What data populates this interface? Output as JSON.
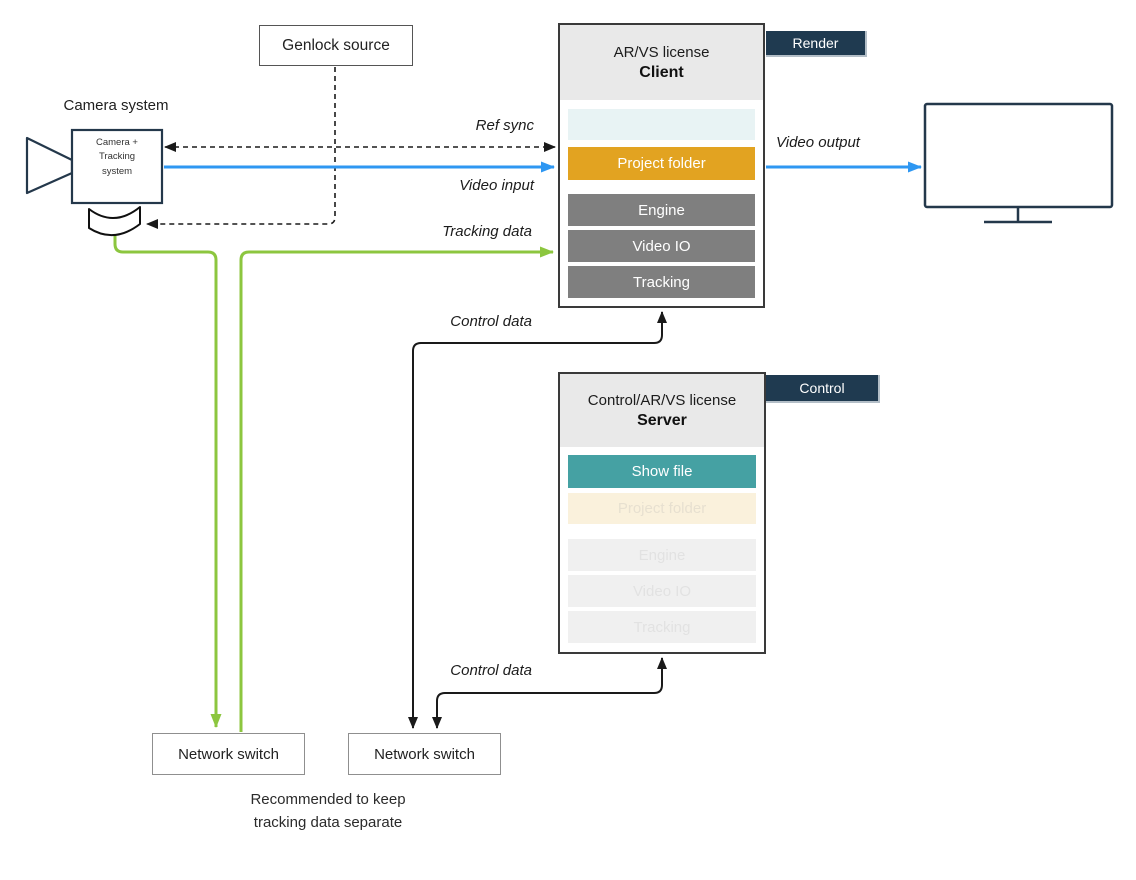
{
  "colors": {
    "video_blue": "#2e97f2",
    "tracking_green": "#8cc63f",
    "control_black": "#1a1a1a",
    "dashed_black": "#1a1a1a",
    "project_orange": "#e2a321",
    "show_file_teal": "#45a1a3",
    "module_gray": "#7f7f7f",
    "tag_navy": "#1f3a50",
    "device_navy": "#24384b",
    "header_gray": "#e9e9e9"
  },
  "camera": {
    "title": "Camera system",
    "device_label": "Camera + Tracking system"
  },
  "genlock": {
    "label": "Genlock source"
  },
  "client_box": {
    "license_line": "AR/VS license",
    "role_line": "Client",
    "tag": "Render",
    "rows": [
      {
        "label": "",
        "state": "empty-slot"
      },
      {
        "label": "Project folder",
        "state": "active-orange"
      },
      {
        "label": "Engine",
        "state": "active-gray"
      },
      {
        "label": "Video IO",
        "state": "active-gray"
      },
      {
        "label": "Tracking",
        "state": "active-gray"
      }
    ]
  },
  "server_box": {
    "license_line": "Control/AR/VS license",
    "role_line": "Server",
    "tag": "Control",
    "rows": [
      {
        "label": "Show file",
        "state": "active-teal"
      },
      {
        "label": "Project folder",
        "state": "faded"
      },
      {
        "label": "Engine",
        "state": "faded"
      },
      {
        "label": "Video IO",
        "state": "faded"
      },
      {
        "label": "Tracking",
        "state": "faded"
      }
    ]
  },
  "edges": {
    "ref_sync": "Ref sync",
    "video_input": "Video input",
    "tracking_data": "Tracking data",
    "video_output": "Video output",
    "control_data_top": "Control data",
    "control_data_bottom": "Control data"
  },
  "switches": [
    {
      "label": "Network switch"
    },
    {
      "label": "Network switch"
    }
  ],
  "note": "Recommended to keep tracking data separate",
  "connections": [
    {
      "from": "genlock-source",
      "to": "tracking-device",
      "style": "dashed",
      "label": ""
    },
    {
      "from": "camera",
      "to": "client",
      "style": "dashed-bidirectional",
      "label": "Ref sync"
    },
    {
      "from": "camera",
      "to": "client",
      "style": "solid-blue",
      "label": "Video input"
    },
    {
      "from": "client",
      "to": "monitor",
      "style": "solid-blue",
      "label": "Video output"
    },
    {
      "from": "tracking-device",
      "to": "network-switch-1",
      "style": "solid-green",
      "label": "Tracking data"
    },
    {
      "from": "network-switch-1",
      "to": "client",
      "style": "solid-green",
      "label": "Tracking data"
    },
    {
      "from": "client",
      "to": "network-switch-2",
      "style": "solid-black-bidirectional",
      "label": "Control data"
    },
    {
      "from": "server",
      "to": "network-switch-2",
      "style": "solid-black-bidirectional",
      "label": "Control data"
    }
  ]
}
